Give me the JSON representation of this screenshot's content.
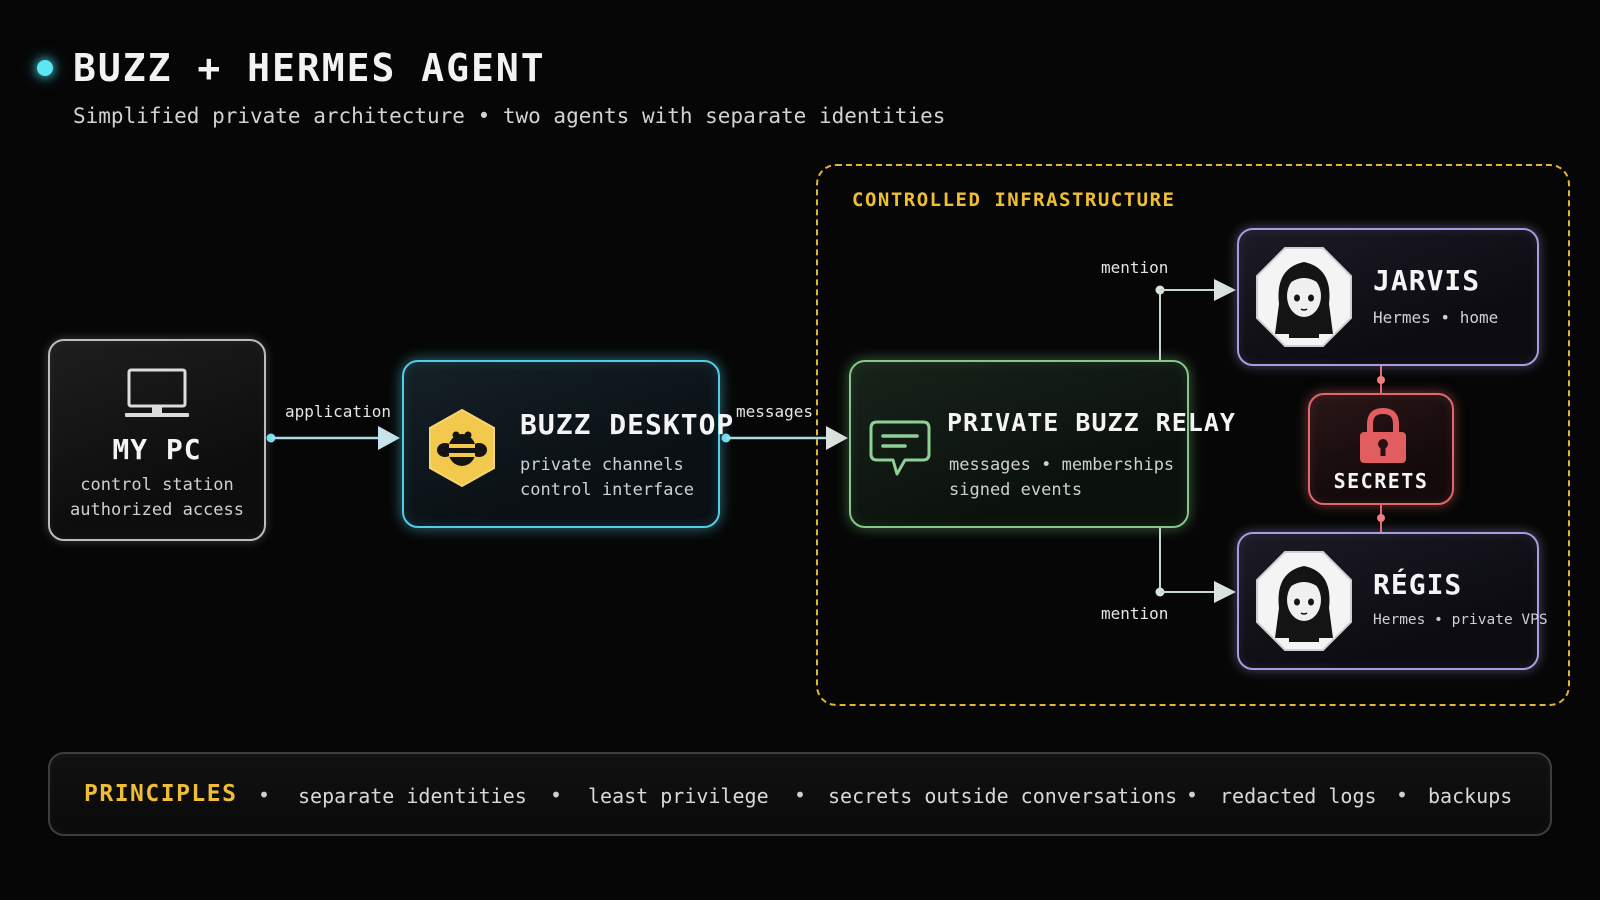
{
  "header": {
    "title": "BUZZ + HERMES AGENT",
    "subtitle": "Simplified private architecture • two agents with separate identities"
  },
  "infrastructure": {
    "label": "CONTROLLED INFRASTRUCTURE"
  },
  "nodes": {
    "pc": {
      "title": "MY PC",
      "lines": [
        "control station",
        "authorized access"
      ],
      "icon": "monitor-icon"
    },
    "desktop": {
      "title": "BUZZ DESKTOP",
      "lines": [
        "private channels",
        "control interface"
      ],
      "icon": "bee-icon"
    },
    "relay": {
      "title": "PRIVATE BUZZ RELAY",
      "lines": [
        "messages • memberships",
        "signed events"
      ],
      "icon": "chat-bubble-icon"
    },
    "jarvis": {
      "title": "JARVIS",
      "line": "Hermes • home",
      "icon": "anime-avatar-icon"
    },
    "regis": {
      "title": "RÉGIS",
      "line": "Hermes • private VPS",
      "icon": "anime-avatar-icon"
    },
    "secrets": {
      "title": "SECRETS",
      "icon": "padlock-icon"
    }
  },
  "edges": {
    "application": "application",
    "messages": "messages",
    "mention_top": "mention",
    "mention_bottom": "mention"
  },
  "principles": {
    "title": "PRINCIPLES",
    "items": [
      "separate identities",
      "least privilege",
      "secrets outside conversations",
      "redacted logs",
      "backups"
    ]
  },
  "colors": {
    "background": "#060606",
    "cyan": "#52cde6",
    "green": "#84c88a",
    "purple": "#a99be0",
    "red": "#e0686a",
    "yellow": "#f0be35",
    "gray": "#bdbdbd"
  }
}
